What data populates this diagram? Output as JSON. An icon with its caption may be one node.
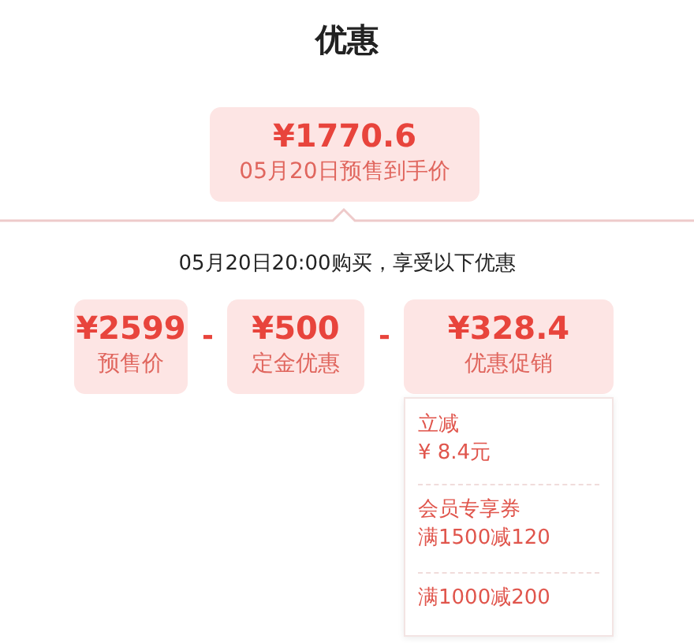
{
  "diagram": {
    "title": "优惠",
    "nodes": [
      {
        "text": [
          "¥1770.6",
          "05月20日预售到手价"
        ]
      },
      {
        "text": [
          "¥2599",
          "预售价"
        ]
      },
      {
        "text": [
          "¥500",
          "定金优惠"
        ]
      },
      {
        "text": [
          "¥328.4",
          "优惠促销"
        ]
      },
      {
        "text": [],
        "shape": "box"
      },
      {
        "text": [
          "立减",
          "¥ 8.4元"
        ],
        "in": 4
      },
      {
        "text": [
          "会员专享券",
          "满1500减120"
        ],
        "in": 4
      },
      {
        "text": [
          "满1000减200"
        ],
        "in": 4
      }
    ],
    "edges": [],
    "labels": [
      "05月20日20:00购买，享受以下优惠",
      "-",
      "-"
    ]
  }
}
